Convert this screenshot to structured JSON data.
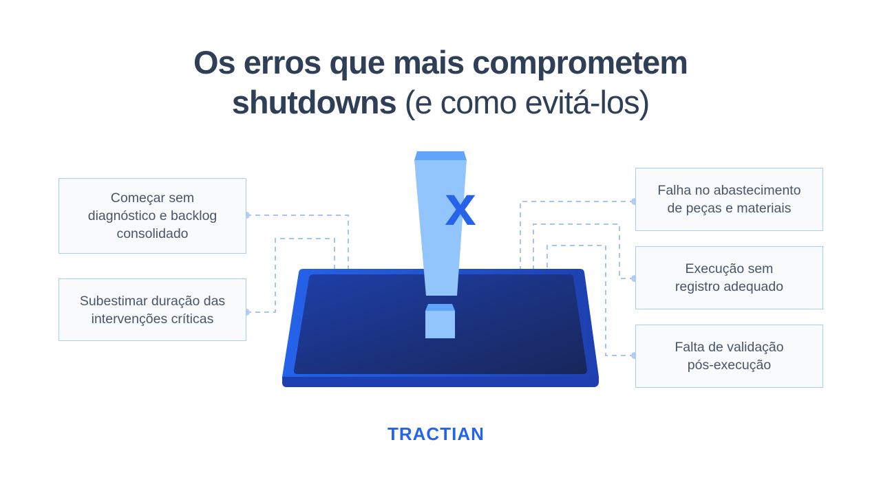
{
  "title": {
    "line1": "Os erros que mais comprometem",
    "line2_bold": "shutdowns",
    "line2_light": " (e como evitá-los)"
  },
  "left_items": [
    {
      "line1": "Começar sem",
      "line2": "diagnóstico e backlog",
      "line3": "consolidado"
    },
    {
      "line1": "Subestimar duração das",
      "line2": "intervenções críticas"
    }
  ],
  "right_items": [
    {
      "line1": "Falha no abastecimento",
      "line2": "de peças e materiais"
    },
    {
      "line1": "Execução sem",
      "line2": "registro adequado"
    },
    {
      "line1": "Falta de validação",
      "line2": "pós-execução"
    }
  ],
  "illustration": {
    "symbol": "exclamation-mark-icon",
    "mark": "x",
    "colors": {
      "platform_edge": "#2563eb",
      "platform_top_start": "#1e40af",
      "platform_top_end": "#172554",
      "exclamation_light": "#93c5fd",
      "exclamation_cap": "#60a5fa",
      "x_mark": "#2563eb",
      "connector": "#a5c4f5"
    }
  },
  "brand": {
    "logo_text": "TRACTIAN",
    "color": "#2563eb"
  }
}
